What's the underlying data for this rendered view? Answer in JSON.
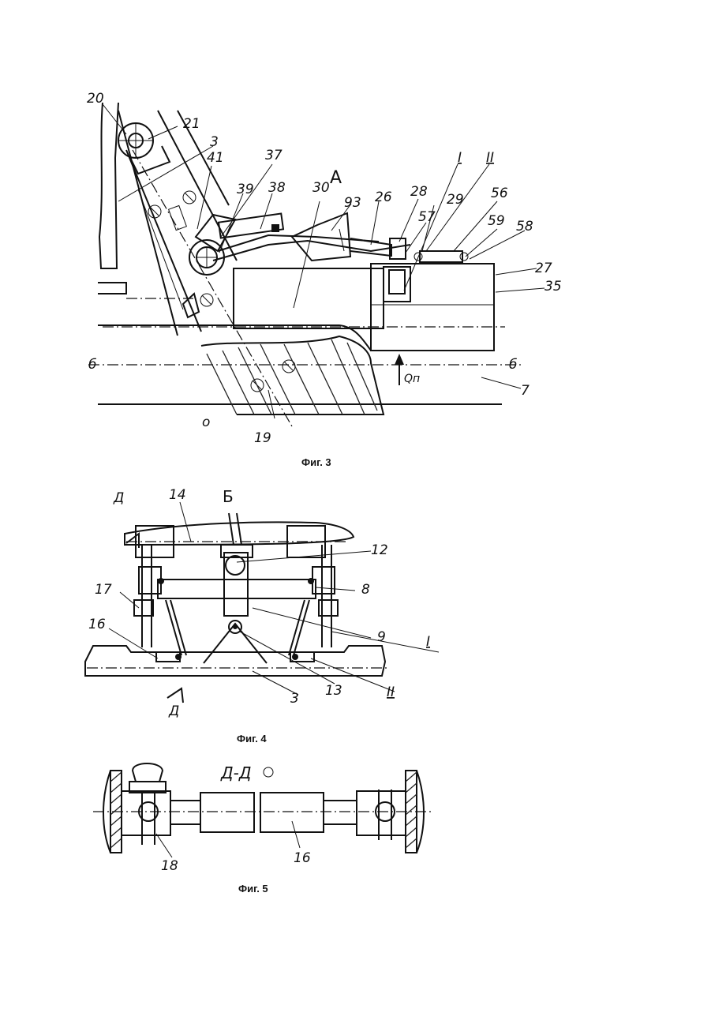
{
  "figures": [
    {
      "caption": "Фиг. 3",
      "view_label": "А",
      "labels": [
        "20",
        "21",
        "3",
        "41",
        "37",
        "39",
        "38",
        "30",
        "93",
        "26",
        "28",
        "I",
        "II",
        "57",
        "29",
        "56",
        "59",
        "58",
        "27",
        "35",
        "б",
        "б",
        "Qп",
        "7",
        "о",
        "19"
      ]
    },
    {
      "caption": "Фиг. 4",
      "view_label": "Б",
      "section_label_top": "Д",
      "section_label_bottom": "Д",
      "labels": [
        "14",
        "12",
        "17",
        "8",
        "16",
        "9",
        "I",
        "13",
        "II",
        "3"
      ]
    },
    {
      "caption": "Фиг. 5",
      "section_title": "Д-Д",
      "labels": [
        "18",
        "16"
      ]
    }
  ]
}
